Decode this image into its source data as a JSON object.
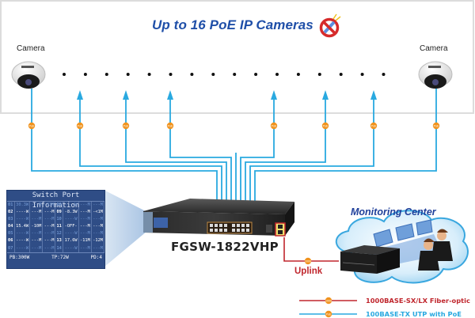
{
  "title": "Up to 16 PoE IP Cameras",
  "no_power_icon": "no-power-plug-icon",
  "cameras": [
    {
      "label": "Camera",
      "icon": "dome-camera-icon"
    },
    {
      "label": "Camera",
      "icon": "dome-camera-icon"
    }
  ],
  "camera_dot_count": 16,
  "poe_badge": "PoE",
  "fiber_badge": "1000",
  "switch": {
    "model": "FGSW-1822VHP",
    "icon": "poe-switch-icon"
  },
  "port_panel": {
    "title": "Switch Port Information",
    "rows": [
      {
        "style": "dim",
        "cells": [
          "01",
          "30.3W",
          "---M",
          "-33M",
          "08",
          "----W",
          "---M",
          "---M"
        ]
      },
      {
        "style": "lit",
        "cells": [
          "02",
          "----W",
          "---M",
          "---M",
          "09",
          "-8.3W",
          "---M",
          "-<1M"
        ]
      },
      {
        "style": "dim",
        "cells": [
          "03",
          "----W",
          "---M",
          "---M",
          "10",
          "----W",
          "---M",
          "---M"
        ]
      },
      {
        "style": "lit",
        "cells": [
          "04",
          "15.4W",
          "-10M",
          "---M",
          "11",
          "-OFF-",
          "---M",
          "---M"
        ]
      },
      {
        "style": "dim",
        "cells": [
          "05",
          "----W",
          "---M",
          "---M",
          "12",
          "----W",
          "---M",
          "---M"
        ]
      },
      {
        "style": "lit",
        "cells": [
          "06",
          "----W",
          "---M",
          "---M",
          "13",
          "17.6W",
          "-11M",
          "-12M"
        ]
      },
      {
        "style": "dim",
        "cells": [
          "07",
          "----W",
          "---M",
          "---M",
          "14",
          "----W",
          "---M",
          "---M"
        ]
      }
    ],
    "footer": {
      "pb": "PB:300W",
      "tp": "TP:72W",
      "pd": "PD:4"
    }
  },
  "monitoring": {
    "title": "Monitoring Center",
    "icon": "nvr-operators-cloud-icon"
  },
  "uplink_label": "Uplink",
  "legend": [
    {
      "badge": "1000",
      "text": "1000BASE-SX/LX Fiber-optic",
      "color": "#c0262d"
    },
    {
      "badge": "PoE",
      "text": "100BASE-TX UTP with PoE",
      "color": "#29a9e0"
    }
  ],
  "colors": {
    "poe_line": "#29a9e0",
    "fiber_line": "#c0262d",
    "badge": "#f0931e",
    "title_blue": "#1f4fa8",
    "panel_bg": "#2f4d86"
  }
}
